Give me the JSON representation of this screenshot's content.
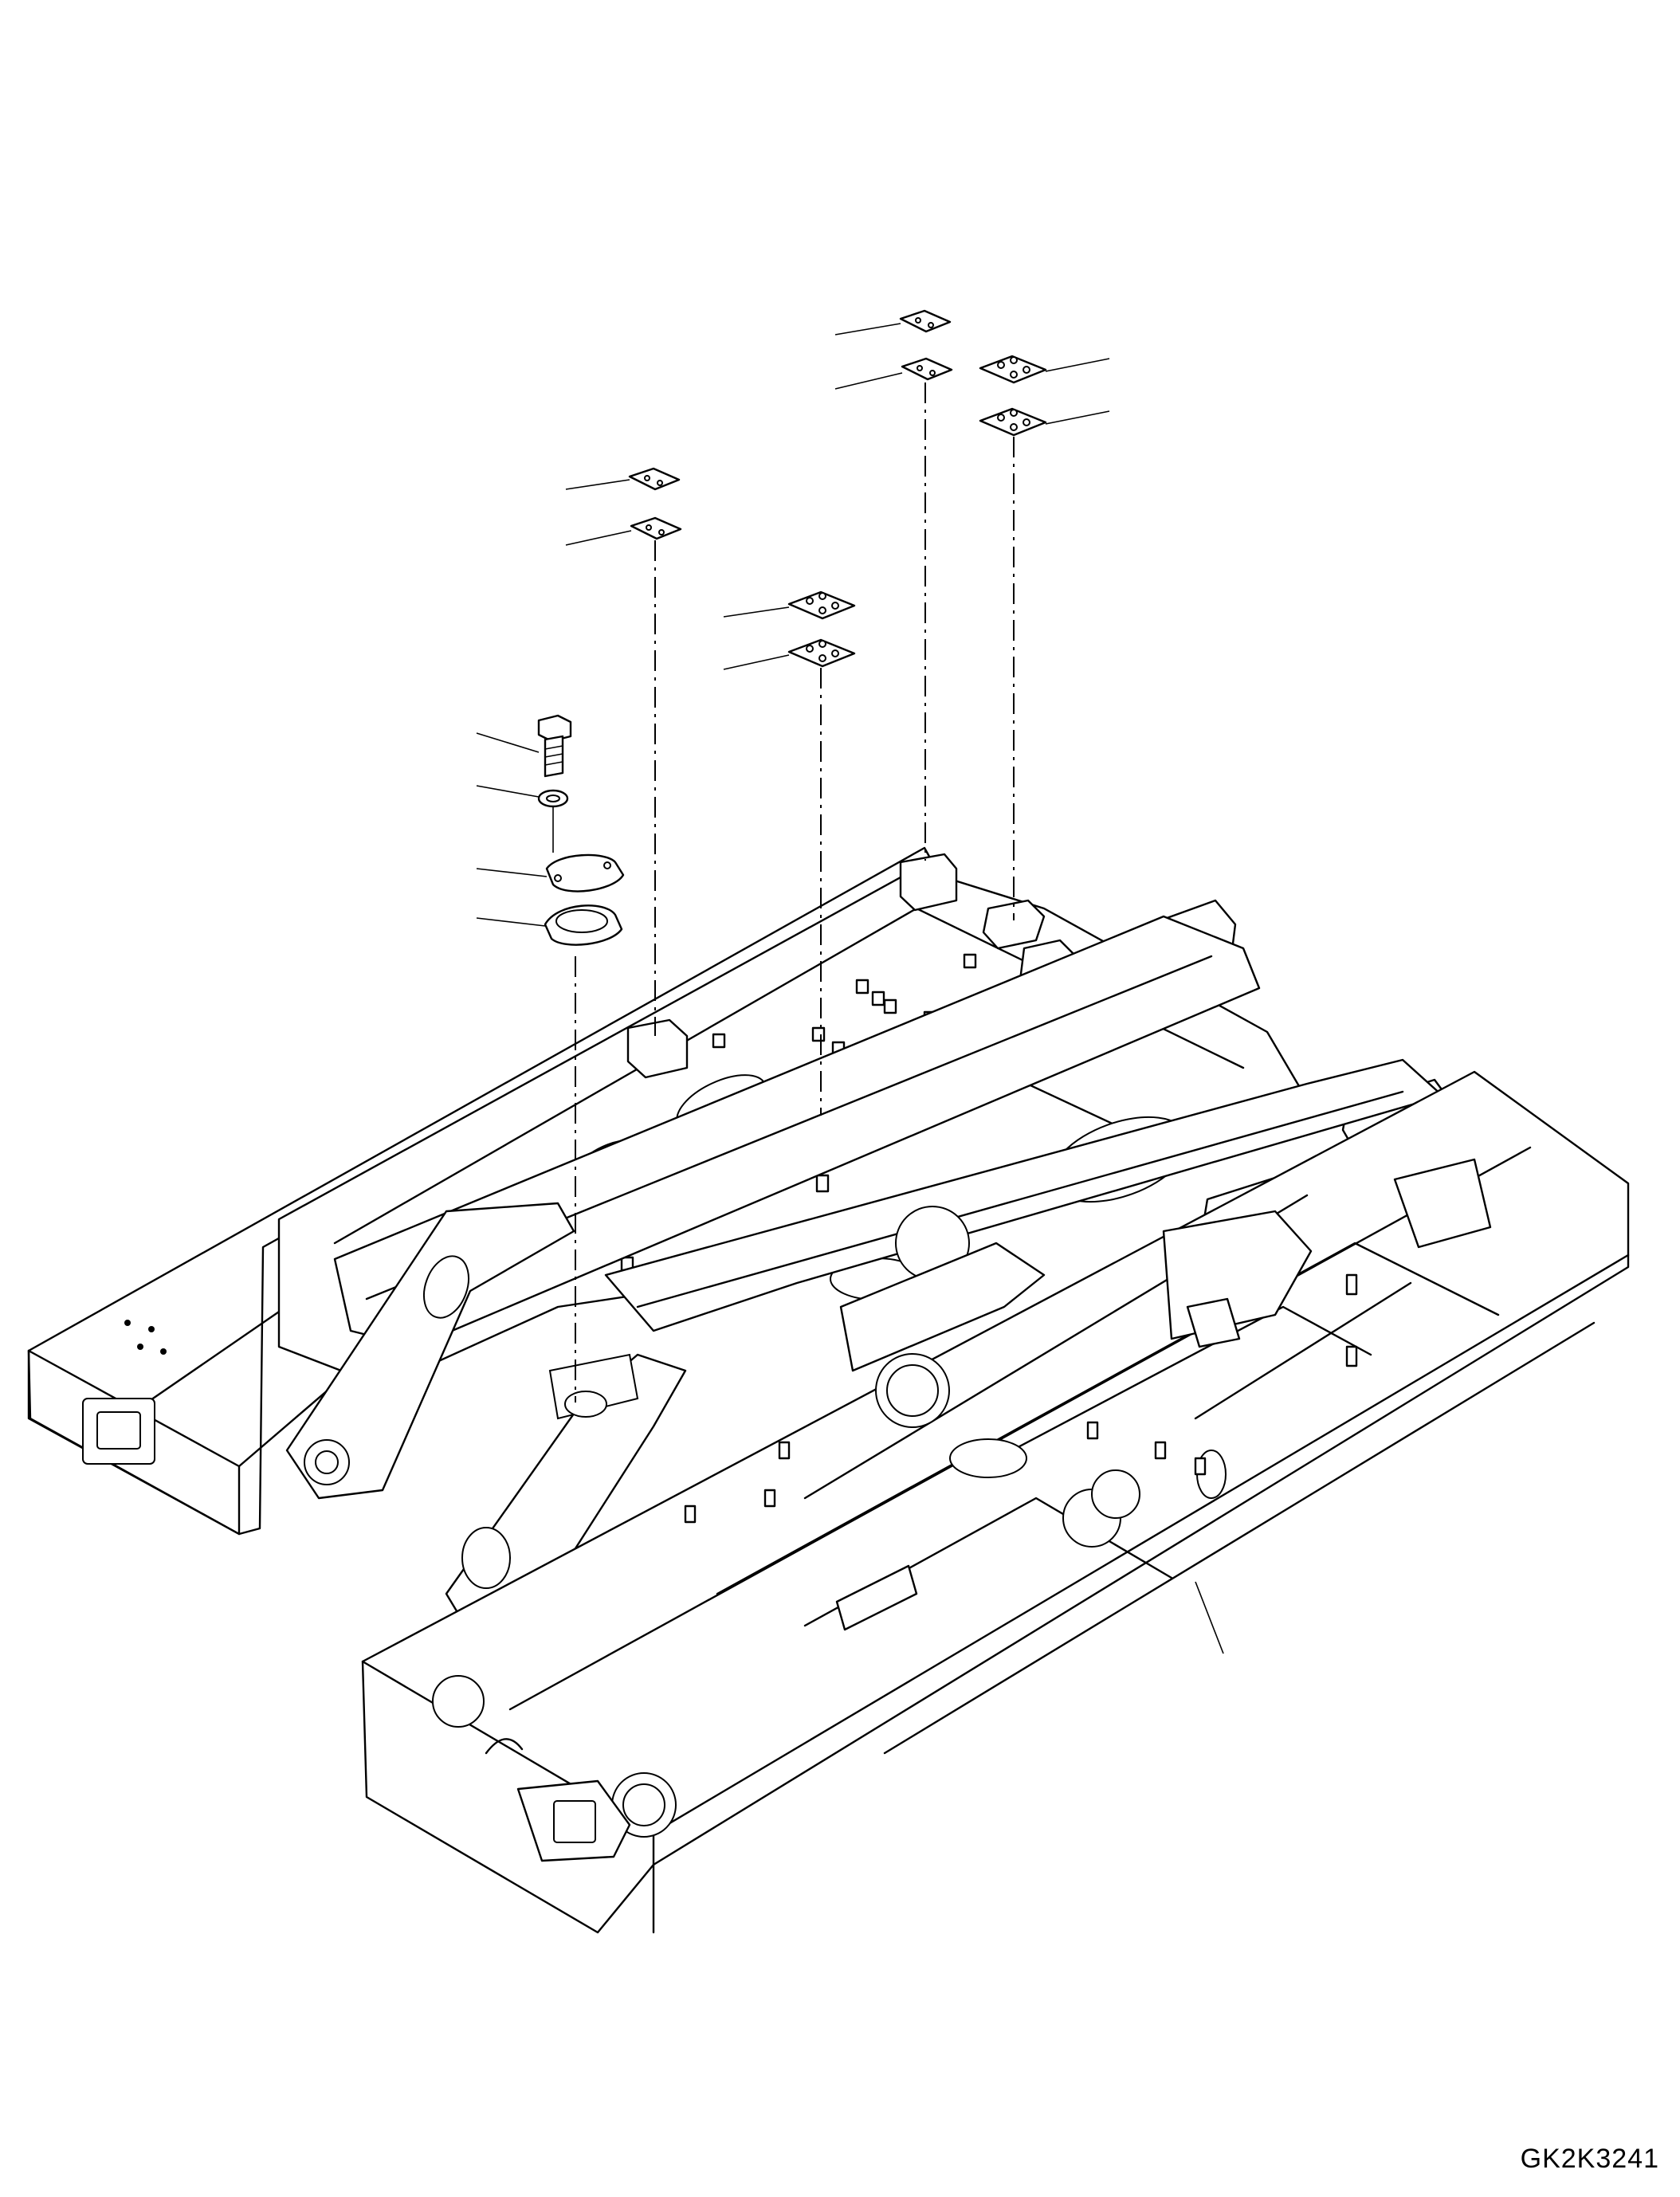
{
  "drawing": {
    "code": "GK2K3241"
  },
  "callouts": [
    {
      "part": "shim-2-hole",
      "group": "rear-left"
    },
    {
      "part": "shim-2-hole",
      "group": "rear-left"
    },
    {
      "part": "shim-4-hole",
      "group": "rear-right"
    },
    {
      "part": "shim-4-hole",
      "group": "rear-right"
    },
    {
      "part": "shim-2-hole",
      "group": "front-left"
    },
    {
      "part": "shim-2-hole",
      "group": "front-left"
    },
    {
      "part": "shim-4-hole",
      "group": "front-center"
    },
    {
      "part": "shim-4-hole",
      "group": "front-center"
    },
    {
      "part": "bolt"
    },
    {
      "part": "washer"
    },
    {
      "part": "cover-plate"
    },
    {
      "part": "gasket"
    },
    {
      "part": "track-frame"
    }
  ]
}
